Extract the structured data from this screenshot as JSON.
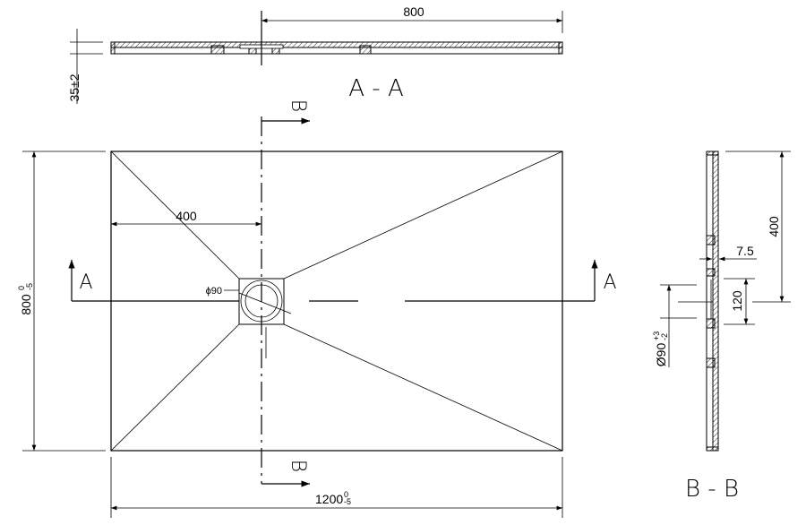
{
  "section_aa": {
    "label": "A - A",
    "width_dim": "800",
    "thickness_dim": "35±2"
  },
  "plan": {
    "length_dim": "1200",
    "length_tol_upper": "0",
    "length_tol_lower": "-5",
    "width_dim": "800",
    "width_tol_upper": "0",
    "width_tol_lower": "-5",
    "drain_offset_dim": "400",
    "drain_diameter": "ϕ90",
    "section_a_left": "A",
    "section_a_right": "A",
    "section_b_top": "B",
    "section_b_bottom": "B"
  },
  "section_bb": {
    "label": "B - B",
    "half_dim": "400",
    "depth_dim": "7.5",
    "drain_box_dim": "120",
    "hole_dim": "Ø90",
    "hole_tol_upper": "+3",
    "hole_tol_lower": "-2"
  }
}
